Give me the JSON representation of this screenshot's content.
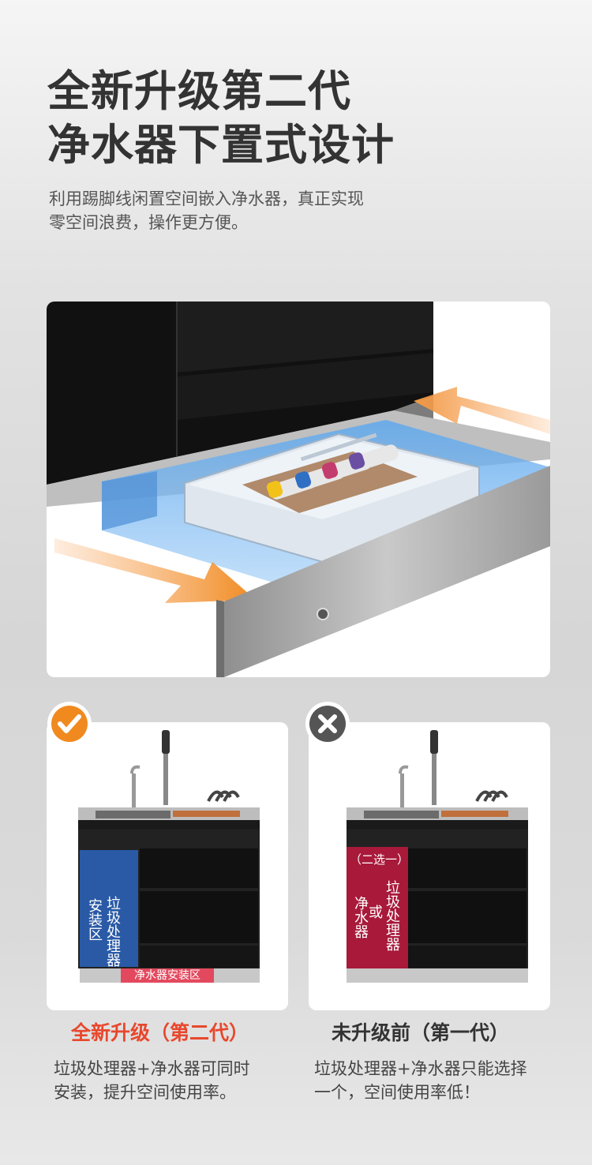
{
  "header": {
    "title_line1": "全新升级第二代",
    "title_line2": "净水器下置式设计",
    "subtitle_line1": "利用踢脚线闲置空间嵌入净水器，真正实现",
    "subtitle_line2": "零空间浪费，操作更方便。"
  },
  "compare": {
    "left": {
      "badge_icon": "check-icon",
      "zone_label": "垃圾处理器安装区",
      "zone_label_col1": "垃圾处理器",
      "zone_label_col2": "安装区",
      "plinth_label": "净水器安装区",
      "title": "全新升级（第二代）",
      "desc_line1": "垃圾处理器+净水器可同时",
      "desc_line2": "安装，提升空间使用率。"
    },
    "right": {
      "badge_icon": "x-icon",
      "choose_label": "（二选一）",
      "zone_col1": "垃圾处理器",
      "zone_or": "或",
      "zone_col2": "净水器",
      "title": "未升级前（第一代）",
      "desc_line1": "垃圾处理器+净水器只能选择",
      "desc_line2": "一个，空间使用率低！"
    }
  },
  "colors": {
    "accent_orange": "#f08a1f",
    "highlight_red": "#e8472d",
    "zone_blue": "#2a5aa6",
    "zone_red": "#a8193a",
    "plinth_label_red": "#e3495e"
  }
}
